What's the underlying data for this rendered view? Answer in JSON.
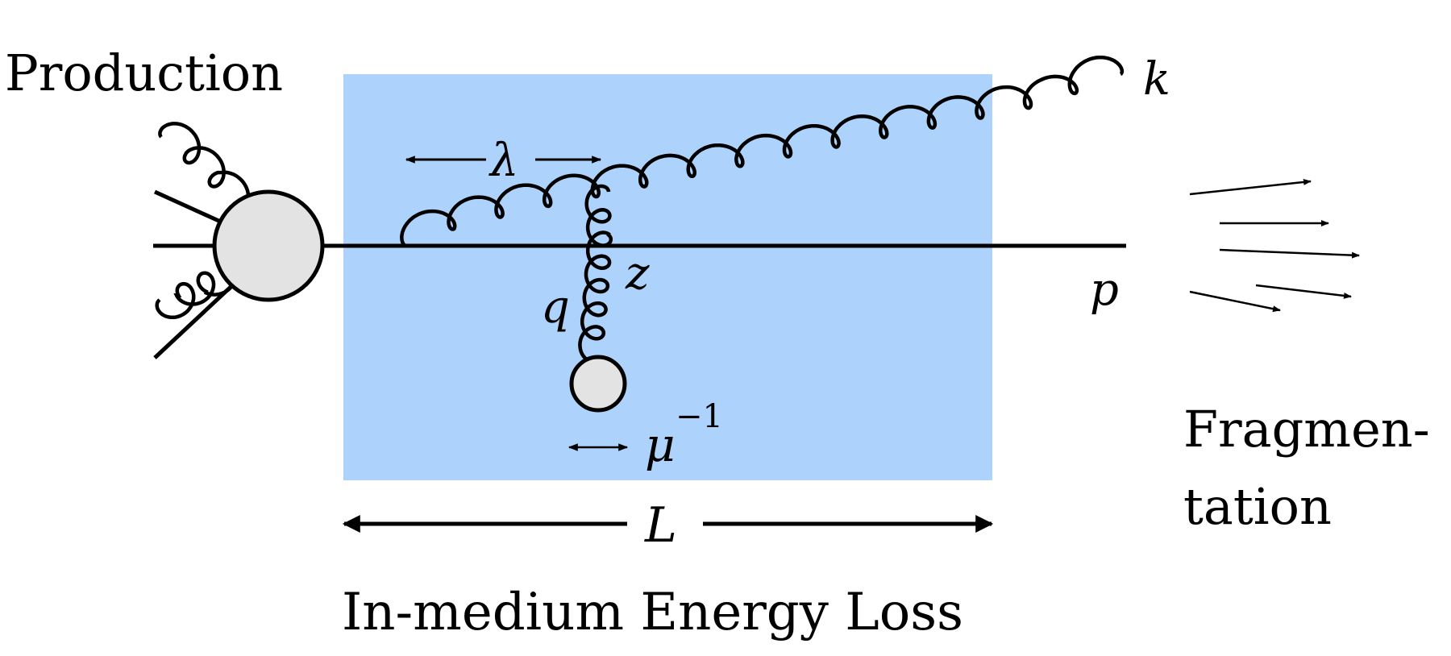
{
  "labels": {
    "production": "Production",
    "in_medium": "In-medium Energy Loss",
    "fragmentation_line1": "Fragmen-",
    "fragmentation_line2": "tation"
  },
  "symbols": {
    "gluon_momentum": "k",
    "parton_momentum": "p",
    "mean_free_path": "λ",
    "path_length": "L",
    "exchange_momentum": "q",
    "exchange_coordinate": "z",
    "screening_length_base": "μ",
    "screening_length_exp": "−1"
  },
  "colors": {
    "medium": "#add3fc",
    "blob": "#e3e3e3",
    "ink": "#000000"
  }
}
